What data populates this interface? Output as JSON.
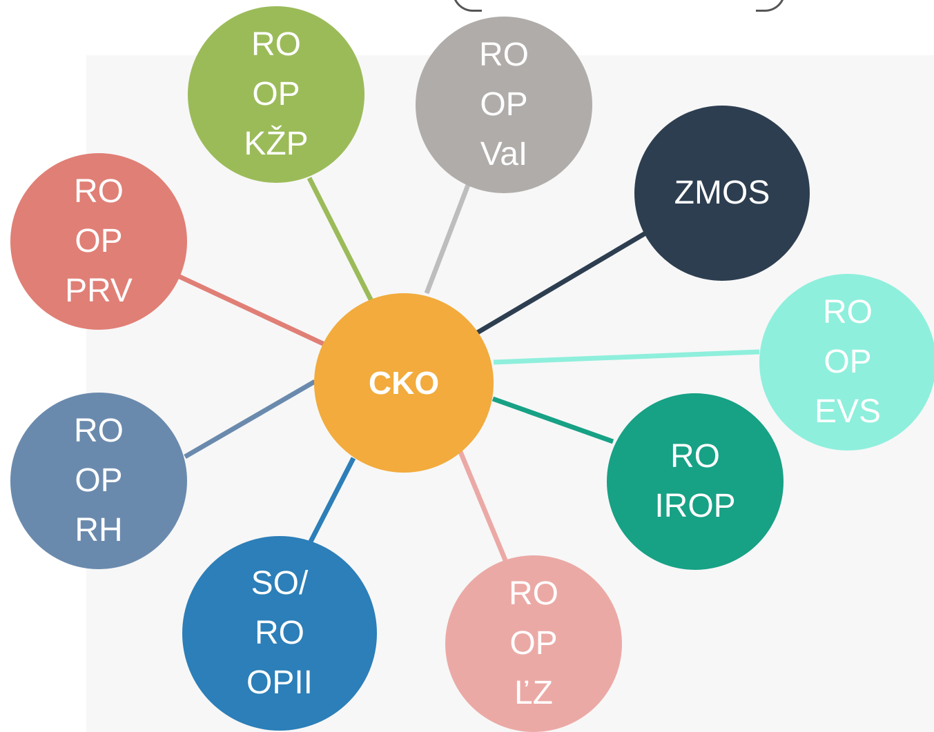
{
  "diagram": {
    "center": {
      "label": "CKO",
      "color": "#f2ab3c"
    },
    "nodes": [
      {
        "id": "ro-op-kzp",
        "label": "RO\nOP\nKŽP",
        "color": "#9bbb59",
        "line_color": "#9bbb59"
      },
      {
        "id": "ro-op-vai",
        "label": "RO\nOP\nVaI",
        "color": "#b0acaa",
        "line_color": "#bdbdbd"
      },
      {
        "id": "zmos",
        "label": "ZMOS",
        "color": "#2d3e50",
        "line_color": "#2d3e50"
      },
      {
        "id": "ro-op-evs",
        "label": "RO\nOP\nEVS",
        "color": "#8eefdc",
        "line_color": "#8eefdc"
      },
      {
        "id": "ro-irop",
        "label": "RO\nIROP",
        "color": "#17a185",
        "line_color": "#17a185"
      },
      {
        "id": "ro-op-lz",
        "label": "RO\nOP\nĽZ",
        "color": "#eba9a5",
        "line_color": "#eba9a5"
      },
      {
        "id": "so-ro-opii",
        "label": "SO/\nRO\nOPII",
        "color": "#2c7fb8",
        "line_color": "#2c7fb8"
      },
      {
        "id": "ro-op-rh",
        "label": "RO\nOP\nRH",
        "color": "#6a8aad",
        "line_color": "#6a8aad"
      },
      {
        "id": "ro-op-prv",
        "label": "RO\nOP\nPRV",
        "color": "#e07f76",
        "line_color": "#e07f76"
      }
    ]
  }
}
